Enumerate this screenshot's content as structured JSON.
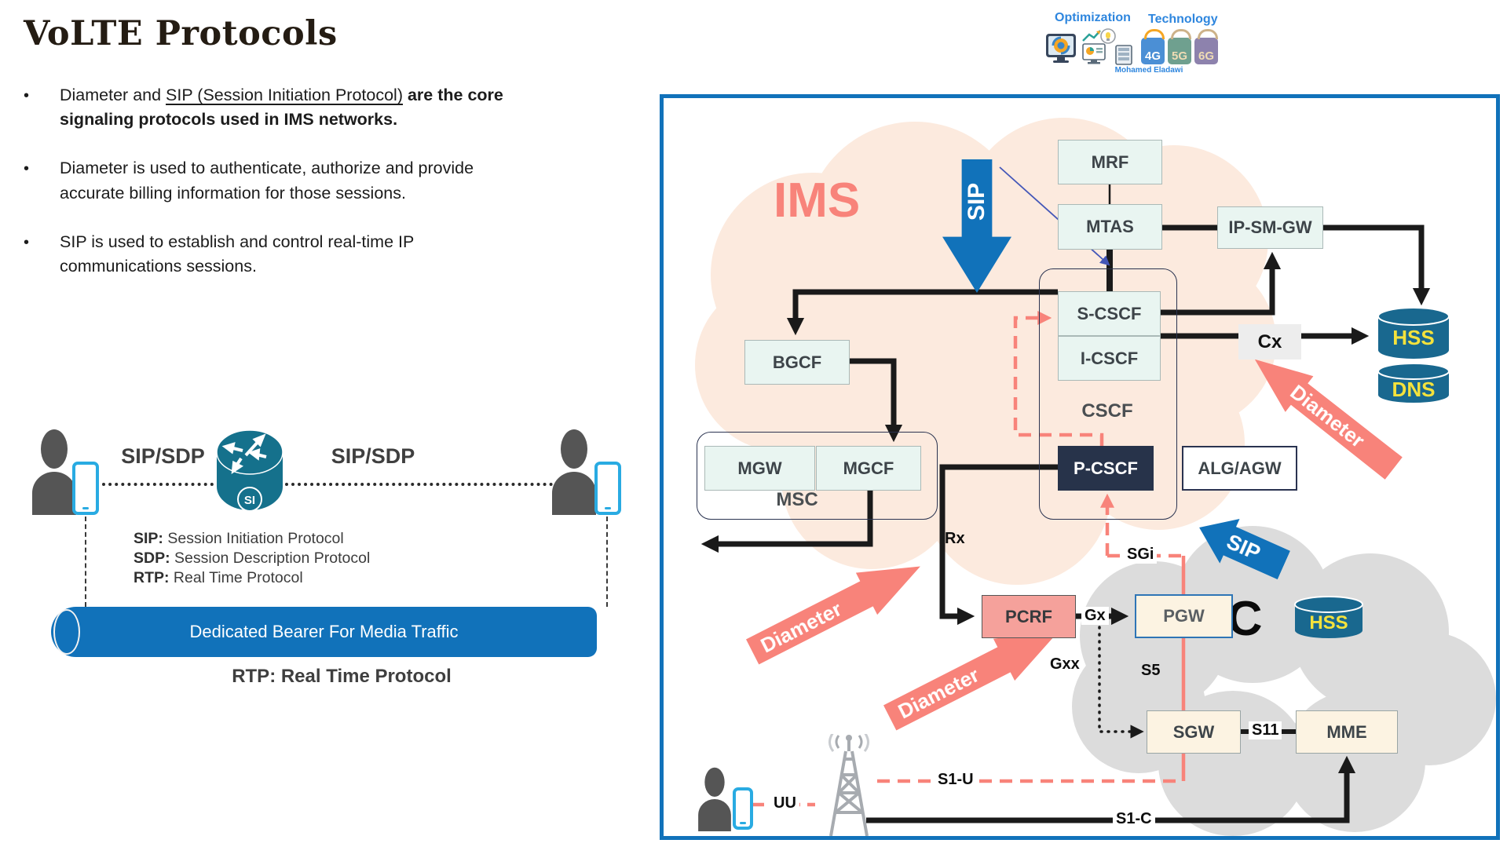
{
  "slide": {
    "title": "VoLTE Protocols"
  },
  "logo": {
    "word1": "Optimization",
    "word2": "Technology",
    "credit": "Mohamed Eladawi",
    "badges": [
      "4G",
      "5G",
      "6G"
    ]
  },
  "bullets": {
    "b1_pre": "Diameter and ",
    "b1_underlined": "SIP (Session Initiation Protocol)",
    "b1_bold": " are the core signaling protocols used in IMS networks.",
    "b2": "Diameter is used to authenticate, authorize and provide accurate billing information for those sessions.",
    "b3": "SIP is used to establish and control real-time IP communications sessions."
  },
  "sip_flow": {
    "left_label": "SIP/SDP",
    "right_label": "SIP/SDP",
    "router_badge": "SI",
    "def_sip_term": "SIP:",
    "def_sip": " Session Initiation Protocol",
    "def_sdp_term": "SDP:",
    "def_sdp": " Session Description Protocol",
    "def_rtp_term": "RTP:",
    "def_rtp": " Real Time Protocol",
    "bearer": "Dedicated Bearer For Media Traffic",
    "caption": "RTP: Real Time Protocol"
  },
  "network": {
    "ims": "IMS",
    "epc": "EPC",
    "nodes": {
      "mrf": "MRF",
      "mtas": "MTAS",
      "ipsmgw": "IP-SM-GW",
      "scscf": "S-CSCF",
      "icscf": "I-CSCF",
      "cscf": "CSCF",
      "bgcf": "BGCF",
      "mgw": "MGW",
      "mgcf": "MGCF",
      "msc": "MSC",
      "pcscf": "P-CSCF",
      "algagw": "ALG/AGW",
      "cx": "Cx",
      "hss": "HSS",
      "dns": "DNS",
      "pcrf": "PCRF",
      "pgw": "PGW",
      "epc_hss": "HSS",
      "sgw": "SGW",
      "mme": "MME"
    },
    "interfaces": {
      "rx": "Rx",
      "sgi": "SGi",
      "gx": "Gx",
      "gxx": "Gxx",
      "s5": "S5",
      "s11": "S11",
      "s1u": "S1-U",
      "s1c": "S1-C",
      "uu": "UU"
    },
    "flows": {
      "sip_core": "SIP",
      "sip_access": "SIP",
      "diameter_cx": "Diameter",
      "diameter_rx": "Diameter",
      "diameter_gx": "Diameter"
    },
    "colors": {
      "accent_blue": "#1172ba",
      "salmon": "#f8837a",
      "ims_cloud": "#fceade",
      "epc_cloud": "#dcdcdc",
      "node_mint": "#e9f5f1",
      "node_navy": "#27334a",
      "cylinder_teal": "#19688f",
      "cylinder_text": "#f4e23c"
    }
  }
}
